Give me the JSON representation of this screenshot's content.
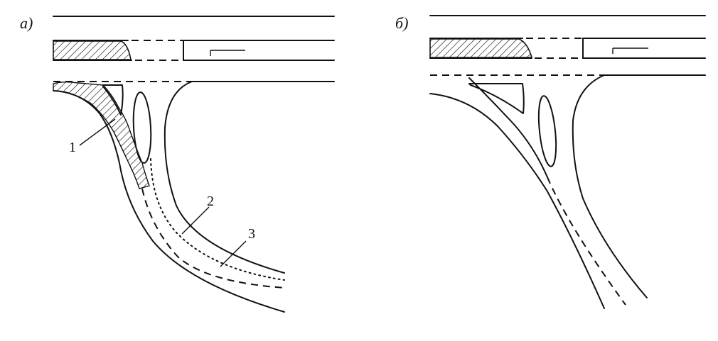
{
  "panels": [
    {
      "label": "а)"
    },
    {
      "label": "б)"
    }
  ],
  "callouts": [
    "1",
    "2",
    "3"
  ]
}
